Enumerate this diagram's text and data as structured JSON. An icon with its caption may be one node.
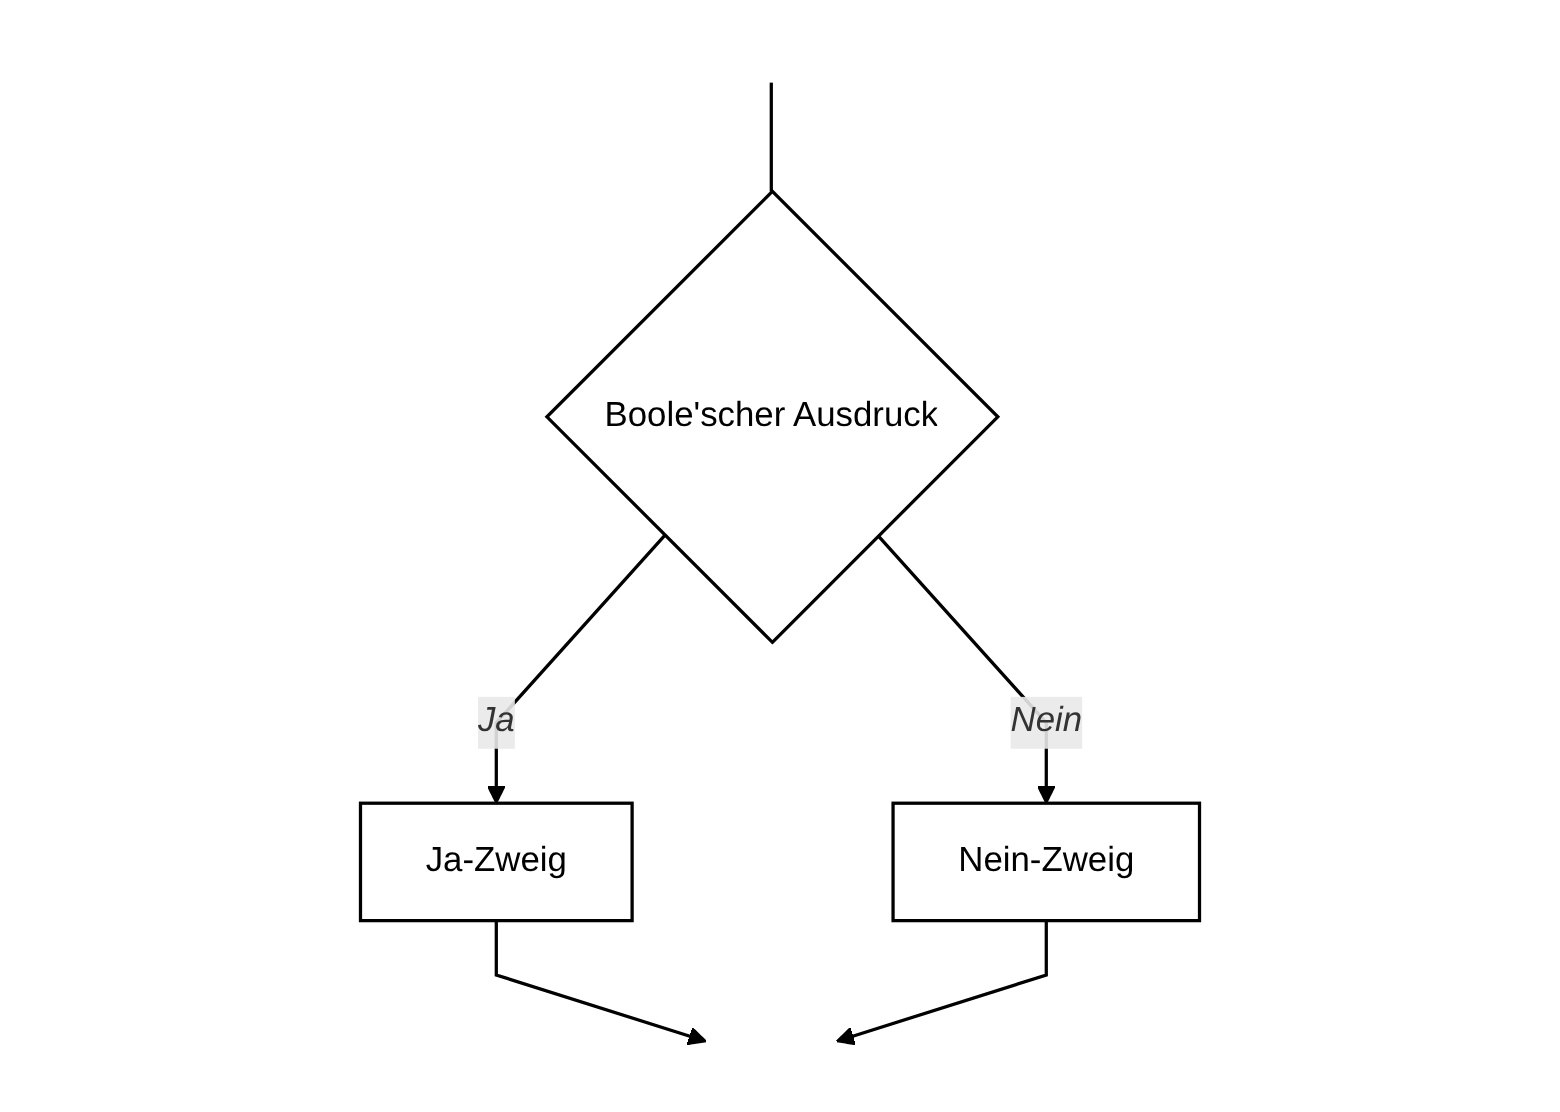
{
  "diagram": {
    "nodes": [
      {
        "text": [
          "Boole'scher Ausdruck"
        ]
      },
      {
        "text": [
          "Ja-Zweig"
        ]
      },
      {
        "text": [
          "Nein-Zweig"
        ]
      }
    ],
    "edges": [
      {
        "from": null,
        "to": 0,
        "arrow": "none"
      },
      {
        "from": 0,
        "to": 1,
        "label": "Ja",
        "arrow": "to"
      },
      {
        "from": 0,
        "to": 2,
        "label": "Nein",
        "arrow": "to"
      },
      {
        "from": 1,
        "to": null,
        "arrow": "to"
      },
      {
        "from": 2,
        "to": null,
        "arrow": "to"
      }
    ]
  }
}
